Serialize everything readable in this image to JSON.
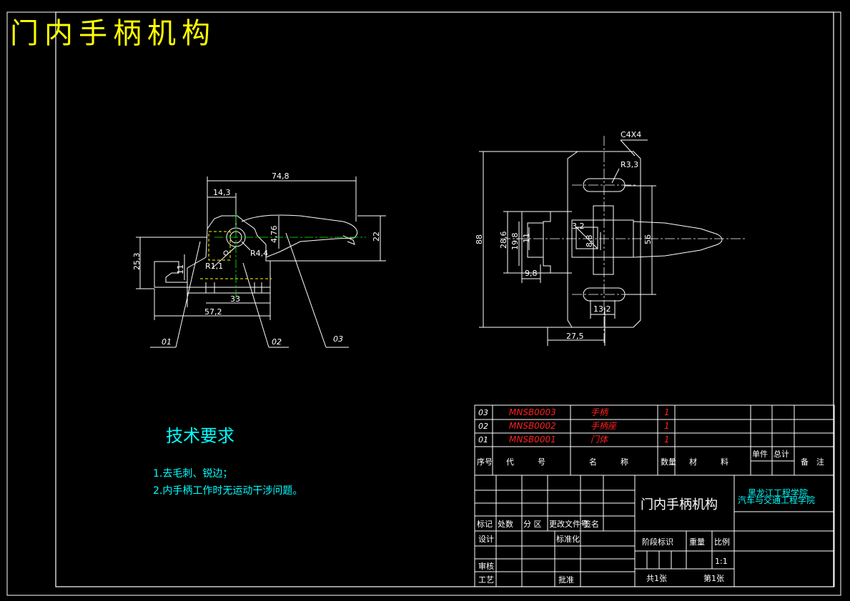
{
  "drawing": {
    "main_title": "门内手柄机构",
    "assembly_dims": {
      "overall_length": "74,8",
      "offset_left": "14,3",
      "height_total": "25,3",
      "height_handle": "22",
      "dim_476": "4,76",
      "dim_11": "11",
      "base_33": "33",
      "base_572": "57,2",
      "radius_44": "R4,4",
      "radius_11": "R1,1"
    },
    "balloons": [
      "01",
      "02",
      "03"
    ],
    "side_view_dims": {
      "chamfer": "C4X4",
      "radius_33": "R3,3",
      "height_88": "88",
      "h_286": "28,6",
      "h_198": "19,8",
      "h_11": "11",
      "h_56": "56",
      "w_98": "9,8",
      "w_132": "13,2",
      "w_275": "27,5",
      "d_32": "3,2",
      "d_88": "8,8"
    }
  },
  "tech_requirements": {
    "heading": "技术要求",
    "items": [
      "1.去毛刺、锐边；",
      "2.内手柄工作时无运动干涉问题。"
    ]
  },
  "bom": {
    "rows": [
      {
        "seq": "03",
        "code": "MNSB0003",
        "name": "手柄",
        "qty": "1"
      },
      {
        "seq": "02",
        "code": "MNSB0002",
        "name": "手柄座",
        "qty": "1"
      },
      {
        "seq": "01",
        "code": "MNSB0001",
        "name": "门体",
        "qty": "1"
      }
    ],
    "header": {
      "seq": "序号",
      "code": "代　　　号",
      "name": "名　　　称",
      "qty": "数量",
      "material": "材　　　料",
      "unit_weight": "单件",
      "total_weight": "总计",
      "remark": "备　注"
    }
  },
  "title_block": {
    "drawing_name": "门内手柄机构",
    "school": "黑龙江工程学院",
    "department": "汽车与交通工程学院",
    "labels": {
      "mark": "标记",
      "count": "处数",
      "zone": "分 区",
      "change_doc": "更改文件号",
      "sign": "签名",
      "design": "设计",
      "standard": "标准化",
      "review": "审核",
      "process": "工艺",
      "approve": "批准",
      "stage": "阶段标识",
      "weight": "重量",
      "scale": "比例"
    },
    "scale_value": "1:1",
    "sheets_total": "共1张",
    "sheet_no": "第1张"
  }
}
